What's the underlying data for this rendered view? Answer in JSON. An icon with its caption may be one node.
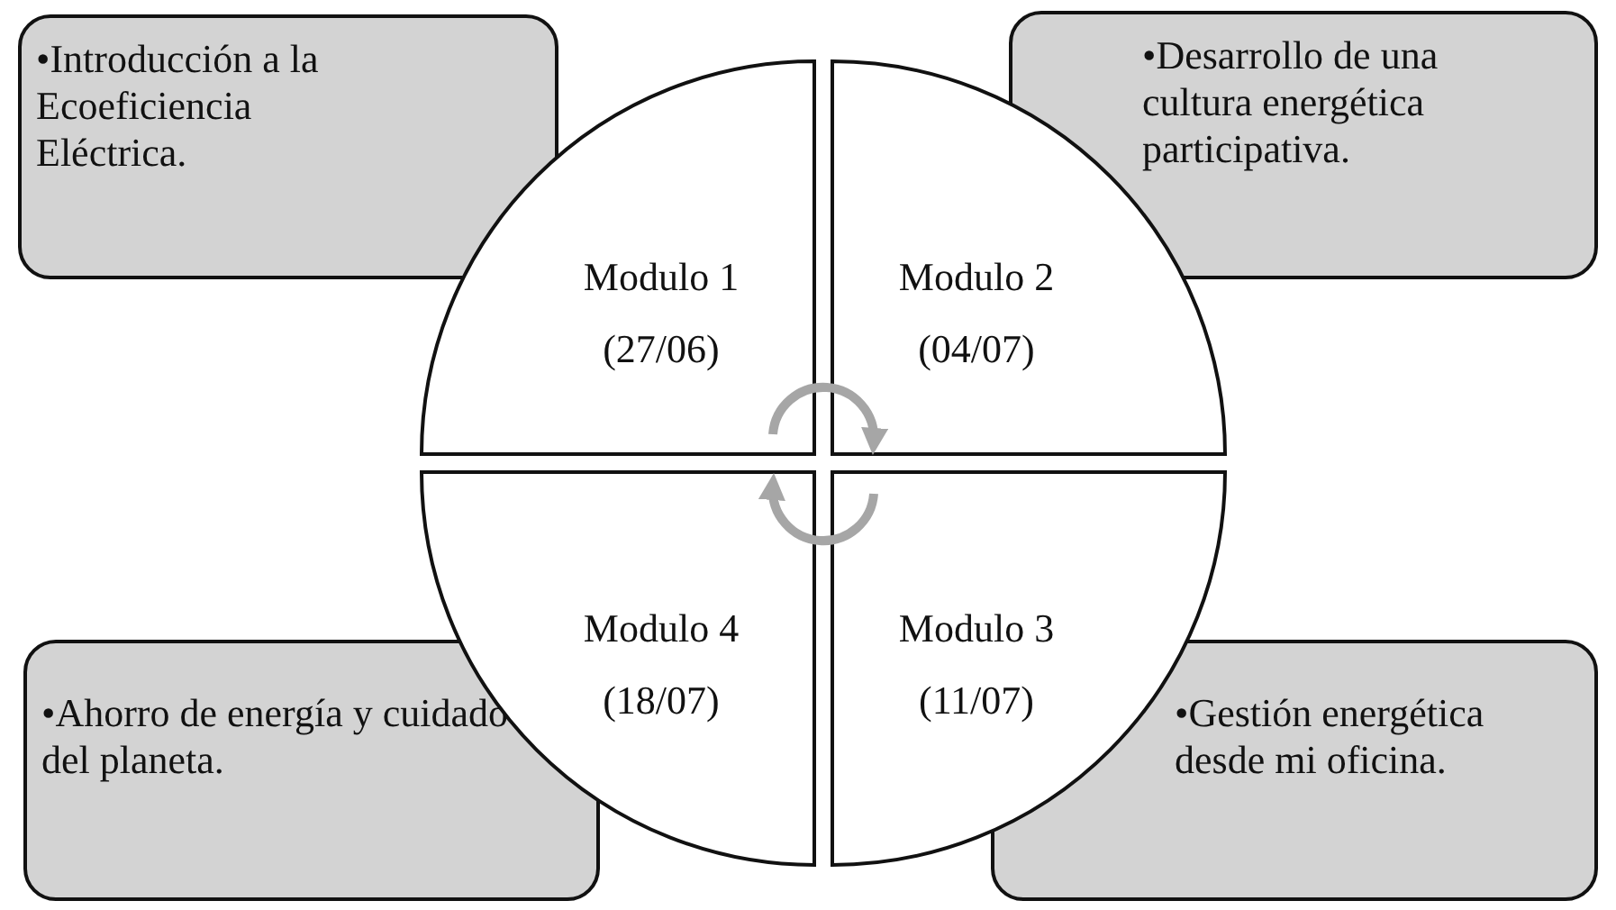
{
  "diagram": {
    "nodes": [
      {
        "text": [
          "•Introducción a la Ecoeficiencia Eléctrica."
        ]
      },
      {
        "text": [
          "•Desarrollo de una cultura energética participativa."
        ]
      },
      {
        "text": [
          "Modulo 1",
          "(27/06)"
        ]
      },
      {
        "text": [
          "Modulo 2",
          "(04/07)"
        ]
      },
      {
        "text": [
          "Modulo 4",
          "(18/07)"
        ]
      },
      {
        "text": [
          "Modulo 3",
          "(11/07)"
        ]
      },
      {
        "text": [
          "•Ahorro de energía y cuidado del planeta."
        ]
      },
      {
        "text": [
          "•Gestión energética desde mi oficina."
        ]
      }
    ],
    "edges": [
      {
        "from": 2,
        "to": 3,
        "arrow": "to",
        "color": "#a6a6a6"
      },
      {
        "from": 5,
        "to": 4,
        "arrow": "to",
        "color": "#a6a6a6"
      }
    ]
  }
}
